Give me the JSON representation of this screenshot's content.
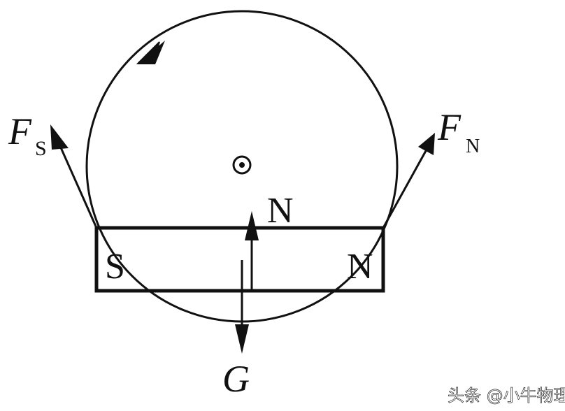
{
  "diagram": {
    "forces": {
      "fs": {
        "symbol": "F",
        "subscript": "S"
      },
      "fn": {
        "symbol": "F",
        "subscript": "N"
      },
      "normal": "N",
      "gravity": "G"
    },
    "magnet": {
      "south_pole": "S",
      "north_pole": "N"
    },
    "field_symbol": "out-of-page-dot"
  },
  "watermark": {
    "text": "头条 @小牛物理"
  },
  "colors": {
    "ink": "#111111",
    "background": "#ffffff",
    "watermark": "#ffffff"
  }
}
